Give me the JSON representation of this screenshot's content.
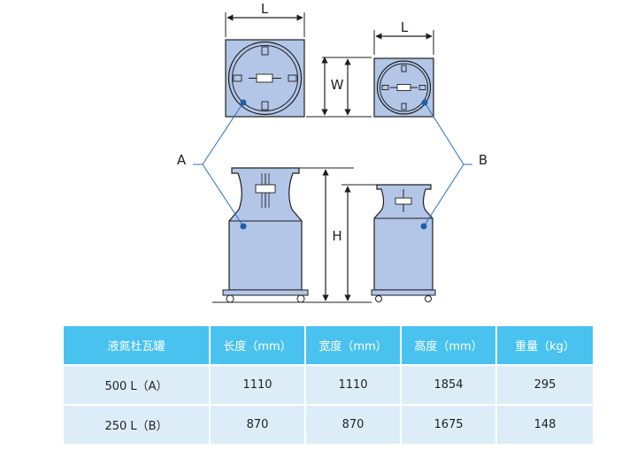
{
  "diagram": {
    "dimension_labels": {
      "length": "L",
      "width": "W",
      "height": "H"
    },
    "callouts": {
      "large_tank": "A",
      "small_tank": "B"
    },
    "colors": {
      "tank_fill": "#b3c6e7",
      "outline": "#1f1f1f",
      "callout": "#2a6ebb",
      "dot": "#1f5fa8"
    }
  },
  "table": {
    "headers": [
      "液氮杜瓦罐",
      "长度（mm）",
      "宽度（mm）",
      "高度（mm）",
      "重量（kg）"
    ],
    "rows": [
      [
        "500 L（A）",
        "1110",
        "1110",
        "1854",
        "295"
      ],
      [
        "250 L（B）",
        "870",
        "870",
        "1675",
        "148"
      ]
    ],
    "colors": {
      "header_bg": "#49c2ef",
      "header_text": "#ffffff",
      "row_bg": "#dcedf8"
    }
  }
}
